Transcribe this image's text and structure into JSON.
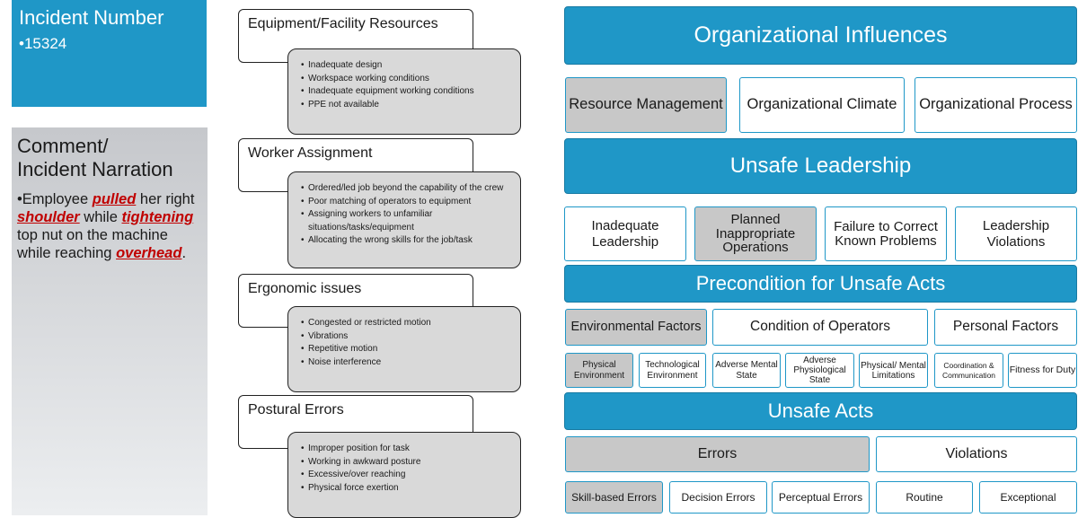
{
  "incident": {
    "title": "Incident Number",
    "number": "•15324"
  },
  "comment": {
    "title_line1": "Comment/",
    "title_line2": "Incident Narration",
    "narration": [
      {
        "text": "•Employee ",
        "emphasis": false
      },
      {
        "text": "pulled",
        "emphasis": true
      },
      {
        "text": " her right ",
        "emphasis": false
      },
      {
        "text": "shoulder",
        "emphasis": true
      },
      {
        "text": " while ",
        "emphasis": false
      },
      {
        "text": "tightening",
        "emphasis": true
      },
      {
        "text": " top nut on the machine while reaching ",
        "emphasis": false
      },
      {
        "text": "overhead",
        "emphasis": true
      },
      {
        "text": ".",
        "emphasis": false
      }
    ],
    "emphasis_color": "#c00000"
  },
  "categories": [
    {
      "name": "Equipment/Facility Resources",
      "items": [
        "Inadequate design",
        "Workspace working conditions",
        "Inadequate equipment working conditions",
        "PPE not available"
      ]
    },
    {
      "name": "Worker Assignment",
      "items": [
        "Ordered/led job beyond the capability of the crew",
        "Poor matching of operators to equipment",
        "Assigning workers to unfamiliar situations/tasks/equipment",
        "Allocating the wrong skills for the job/task"
      ]
    },
    {
      "name": "Ergonomic issues",
      "items": [
        "Congested or restricted motion",
        "Vibrations",
        "Repetitive motion",
        "Noise interference"
      ]
    },
    {
      "name": "Postural Errors",
      "items": [
        "Improper position for task",
        "Working in awkward posture",
        "Excessive/over reaching",
        "Physical force exertion"
      ]
    }
  ],
  "hfacs": {
    "colors": {
      "tier": "#1f97c7",
      "highlight": "#c8c8c8",
      "box": "#ffffff"
    },
    "organizational_influences": {
      "title": "Organizational Influences",
      "boxes": [
        {
          "label": "Resource Management",
          "highlighted": true
        },
        {
          "label": "Organizational Climate",
          "highlighted": false
        },
        {
          "label": "Organizational Process",
          "highlighted": false
        }
      ]
    },
    "unsafe_leadership": {
      "title": "Unsafe Leadership",
      "boxes": [
        {
          "label": "Inadequate Leadership",
          "highlighted": false
        },
        {
          "label": "Planned Inappropriate Operations",
          "highlighted": true
        },
        {
          "label": "Failure to Correct Known Problems",
          "highlighted": false
        },
        {
          "label": "Leadership Violations",
          "highlighted": false
        }
      ]
    },
    "preconditions": {
      "title": "Precondition for Unsafe Acts",
      "groups": [
        {
          "label": "Environmental Factors",
          "highlighted": true
        },
        {
          "label": "Condition of Operators",
          "highlighted": false
        },
        {
          "label": "Personal Factors",
          "highlighted": false
        }
      ],
      "boxes": [
        {
          "label": "Physical Environment",
          "highlighted": true
        },
        {
          "label": "Technological Environment",
          "highlighted": false
        },
        {
          "label": "Adverse Mental State",
          "highlighted": false
        },
        {
          "label": "Adverse Physiological State",
          "highlighted": false
        },
        {
          "label": "Physical/ Mental Limitations",
          "highlighted": false
        },
        {
          "label": "Coordination & Communication",
          "highlighted": false
        },
        {
          "label": "Fitness for Duty",
          "highlighted": false
        }
      ]
    },
    "unsafe_acts": {
      "title": "Unsafe Acts",
      "groups": [
        {
          "label": "Errors",
          "highlighted": true
        },
        {
          "label": "Violations",
          "highlighted": false
        }
      ],
      "boxes": [
        {
          "label": "Skill-based Errors",
          "highlighted": true
        },
        {
          "label": "Decision Errors",
          "highlighted": false
        },
        {
          "label": "Perceptual Errors",
          "highlighted": false
        },
        {
          "label": "Routine",
          "highlighted": false
        },
        {
          "label": "Exceptional",
          "highlighted": false
        }
      ]
    }
  }
}
